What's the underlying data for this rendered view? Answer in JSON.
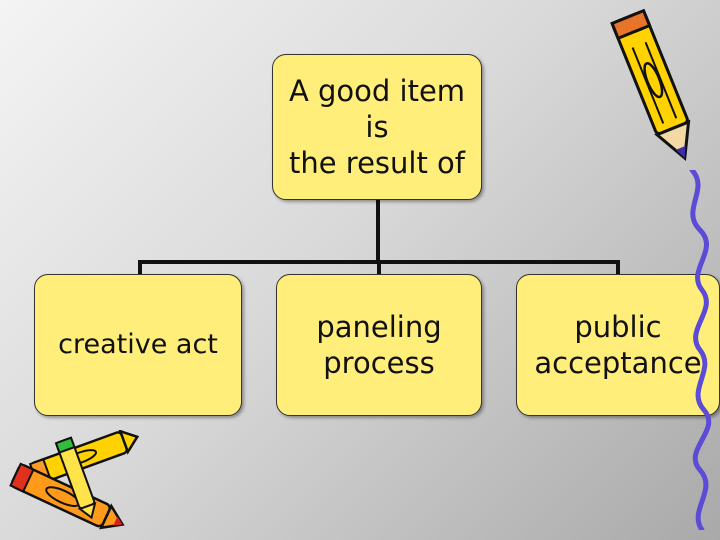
{
  "diagram": {
    "root": {
      "label": "A good item is\nthe result of"
    },
    "children": [
      {
        "label": "creative act"
      },
      {
        "label": "paneling\nprocess"
      },
      {
        "label": "public\nacceptance"
      }
    ]
  },
  "colors": {
    "box_fill": "#ffee7a",
    "connector": "#111111",
    "squiggle": "#5b4bd6"
  },
  "decorations": [
    "pencil-icon",
    "crayons-icon",
    "squiggle-decoration"
  ]
}
